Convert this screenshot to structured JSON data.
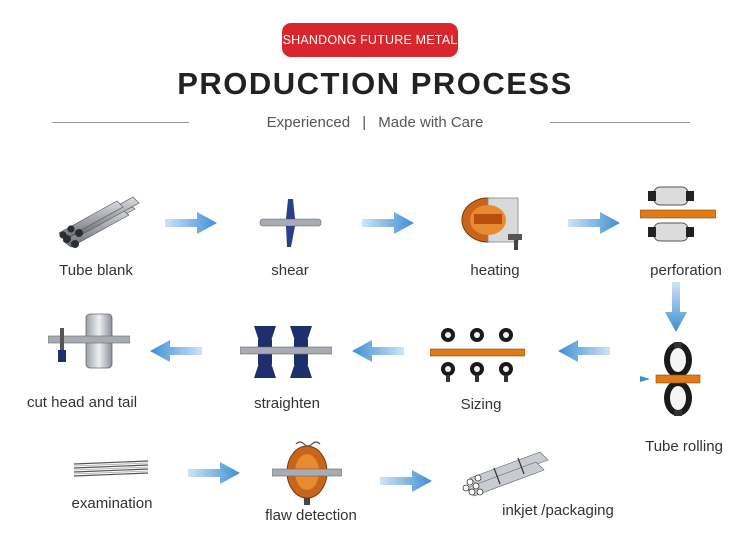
{
  "header": {
    "badge": "SHANDONG FUTURE METAL",
    "title": "PRODUCTION PROCESS",
    "subtitle_left": "Experienced",
    "subtitle_sep": "|",
    "subtitle_right": "Made with Care"
  },
  "steps": [
    {
      "label": "Tube blank",
      "icon": "tube-bundle-icon"
    },
    {
      "label": "shear",
      "icon": "shear-icon"
    },
    {
      "label": "heating",
      "icon": "furnace-icon"
    },
    {
      "label": "perforation",
      "icon": "piercing-mill-icon"
    },
    {
      "label": "Tube rolling",
      "icon": "rolling-mill-icon"
    },
    {
      "label": "Sizing",
      "icon": "sizing-mill-icon"
    },
    {
      "label": "straighten",
      "icon": "straightener-icon"
    },
    {
      "label": "cut head and tail",
      "icon": "cutter-icon"
    },
    {
      "label": "examination",
      "icon": "inspection-rods-icon"
    },
    {
      "label": "flaw detection",
      "icon": "flaw-detector-icon"
    },
    {
      "label": "inkjet /packaging",
      "icon": "bundle-package-icon"
    }
  ],
  "colors": {
    "accent": "#d9262c",
    "arrow": "#3d8fd4",
    "steel": "#8a8f96",
    "orange": "#e07b1a",
    "navy": "#1e2f6e"
  }
}
